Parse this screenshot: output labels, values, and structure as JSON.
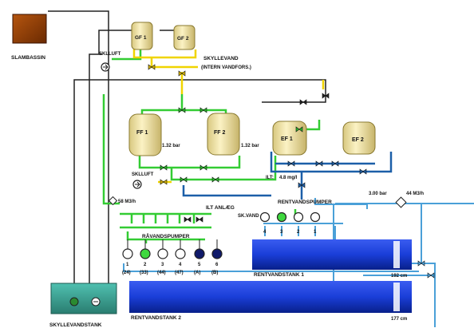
{
  "labels": {
    "slambassin": "SLAMBASSIN",
    "skyllevandstank": "SKYLLEVANDSTANK",
    "skylluft_top": "SKLLUFT",
    "skyllevand": "SKYLLEVAND",
    "intern_vandfors": "(INTERN VANDFORS.)",
    "skylluft_mid": "SKLLUFT",
    "ilt_label": "ILT:",
    "ilt_value": "4.8 mg/l",
    "flow_left": "58 M3/h",
    "ilt_anlaeg": "ILT ANLÆG",
    "ravandspumper": "RÅVANDSPUMPER",
    "rentvandspumper": "RENTVANDSPUMPER",
    "skvand": "SK.VAND",
    "pressure_right": "3.00 bar",
    "flow_right": "44 M3/h",
    "rentvandstank1": "RENTVANDSTANK 1",
    "rentvandstank2": "RENTVANDSTANK 2",
    "level1": "192 cm",
    "level2": "177 cm"
  },
  "filters": {
    "gf1": {
      "name": "GF 1"
    },
    "gf2": {
      "name": "GF 2"
    },
    "ff1": {
      "name": "FF 1",
      "pressure": "1.32 bar"
    },
    "ff2": {
      "name": "FF 2",
      "pressure": "1.32 bar"
    },
    "ef1": {
      "name": "EF 1"
    },
    "ef2": {
      "name": "EF 2"
    }
  },
  "raw_pumps": [
    {
      "number": "1",
      "value": "(24)",
      "state": "off"
    },
    {
      "number": "2",
      "value": "(33)",
      "state": "on"
    },
    {
      "number": "3",
      "value": "(44)",
      "state": "off"
    },
    {
      "number": "4",
      "value": "(47)",
      "state": "off"
    },
    {
      "number": "5",
      "value": "(A)",
      "state": "dark"
    },
    {
      "number": "6",
      "value": "(B)",
      "state": "dark"
    }
  ],
  "clean_pumps": [
    {
      "number": "4",
      "state": "off"
    },
    {
      "number": "3",
      "state": "on"
    },
    {
      "number": "2",
      "state": "off"
    },
    {
      "number": "1",
      "state": "off"
    }
  ],
  "colors": {
    "air": "#33cc33",
    "clean_water": "#1c5fa8",
    "light_water": "#4aa0d8",
    "rinse_water": "#f0d400",
    "tank_fill": "#1a3ed8",
    "filter_body": "#f3e6a4",
    "sludge": "#8a3a06",
    "rinse_tank": "#3fa89a"
  }
}
